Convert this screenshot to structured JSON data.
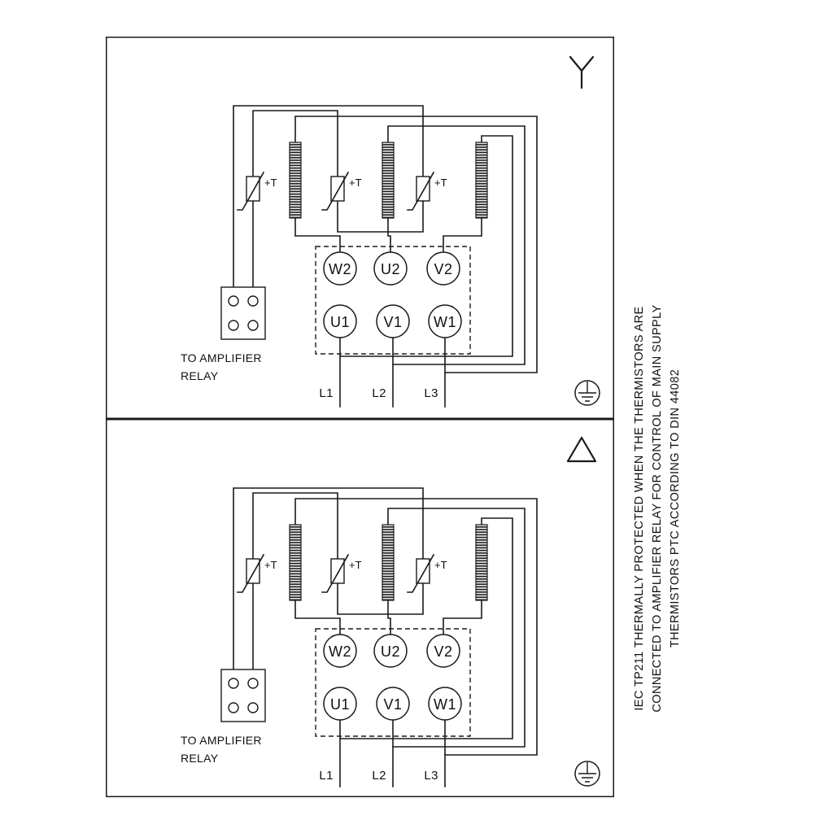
{
  "side_note": {
    "lines": [
      "IEC TP211 THERMALLY PROTECTED WHEN THE THERMISTORS ARE",
      "CONNECTED TO AMPLIFIER RELAY FOR CONTROL OF MAIN SUPPLY",
      "THERMISTORS PTC ACCORDING TO DIN 44082"
    ]
  },
  "panels": [
    {
      "name": "star",
      "connection_symbol": "star",
      "terminals_top": [
        "W2",
        "U2",
        "V2"
      ],
      "terminals_bottom": [
        "U1",
        "V1",
        "W1"
      ],
      "supply_lines": [
        "L1",
        "L2",
        "L3"
      ],
      "thermistor_label": "+T",
      "relay_label_line1": "TO AMPLIFIER",
      "relay_label_line2": "RELAY"
    },
    {
      "name": "delta",
      "connection_symbol": "delta",
      "terminals_top": [
        "W2",
        "U2",
        "V2"
      ],
      "terminals_bottom": [
        "U1",
        "V1",
        "W1"
      ],
      "supply_lines": [
        "L1",
        "L2",
        "L3"
      ],
      "thermistor_label": "+T",
      "relay_label_line1": "TO AMPLIFIER",
      "relay_label_line2": "RELAY"
    }
  ],
  "colors": {
    "line": "#1a1a1a",
    "background": "#ffffff"
  }
}
